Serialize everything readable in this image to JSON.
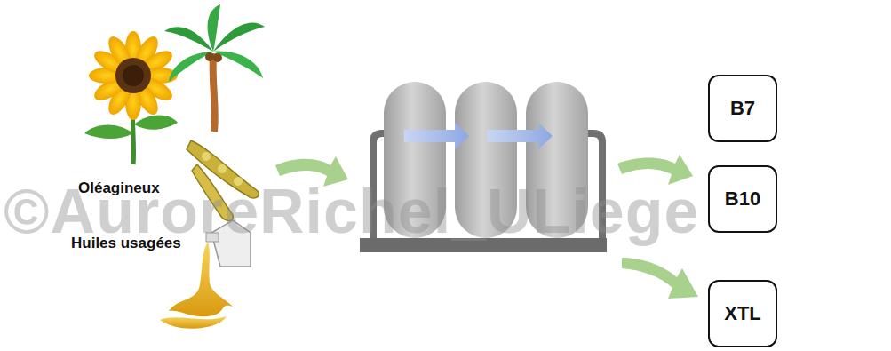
{
  "diagram": {
    "nodes": [
      {
        "text": [
          "B7"
        ]
      },
      {
        "text": [
          "B10"
        ]
      },
      {
        "text": [
          "XTL"
        ]
      }
    ],
    "labels": [
      "Oléagineux",
      "Huiles usagées",
      "©AuroreRichel_ULiege"
    ]
  }
}
